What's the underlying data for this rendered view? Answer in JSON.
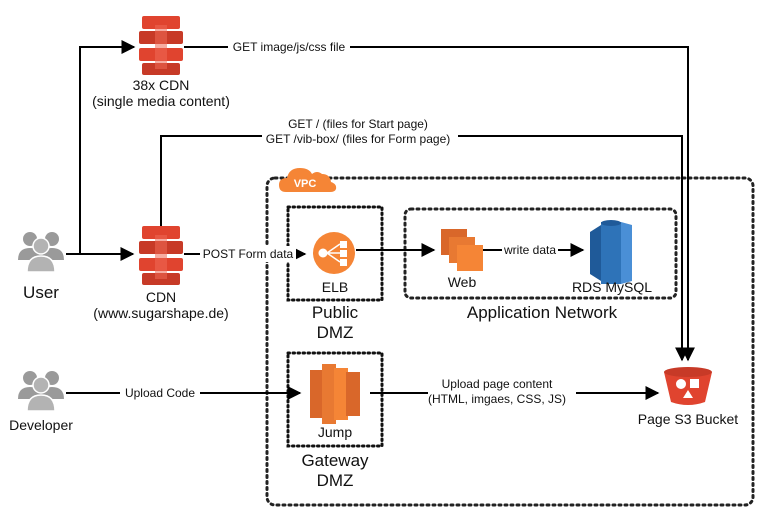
{
  "nodes": {
    "user": "User",
    "developer": "Developer",
    "cdn_media_title": "38x CDN",
    "cdn_media_sub": "(single media content)",
    "cdn_main_title": "CDN",
    "cdn_main_sub": "(www.sugarshape.de)",
    "elb": "ELB",
    "web": "Web",
    "rds": "RDS MySQL",
    "jump": "Jump",
    "s3": "Page S3 Bucket"
  },
  "groups": {
    "vpc": "VPC",
    "public_dmz_1": "Public",
    "public_dmz_2": "DMZ",
    "gateway_dmz_1": "Gateway",
    "gateway_dmz_2": "DMZ",
    "application_network": "Application Network"
  },
  "edges": {
    "get_static": "GET image/js/css file",
    "get_start_1": "GET / (files for Start page)",
    "get_start_2": "GET /vib-box/ (files for Form page)",
    "post_form": "POST Form data",
    "write_data": "write data",
    "upload_code": "Upload Code",
    "upload_content_1": "Upload page content",
    "upload_content_2": "(HTML, imgaes, CSS, JS)"
  },
  "colors": {
    "aws_red": "#e0442f",
    "aws_orange": "#f58536",
    "aws_dark_orange": "#d9672a",
    "rds_blue": "#2e73b8",
    "rds_dark": "#1f5a99",
    "user_gray": "#9a9a9a",
    "vpc_orange": "#f58536"
  }
}
